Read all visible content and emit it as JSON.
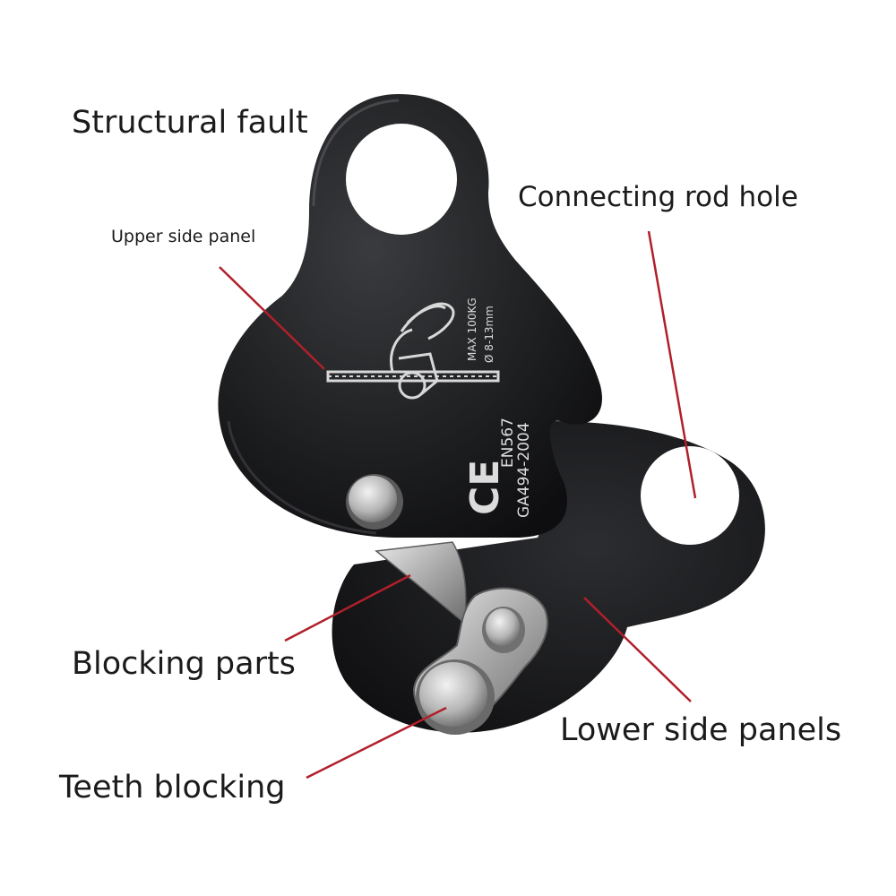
{
  "labels": {
    "structural_fault": "Structural fault",
    "connecting_rod_hole": "Connecting rod hole",
    "upper_side_panel": "Upper side panel",
    "blocking_parts": "Blocking parts",
    "lower_side_panels": "Lower side panels",
    "teeth_blocking": "Teeth blocking"
  },
  "engraving": {
    "max_load": "MAX 100KG",
    "rope_range": "Ø 8-13mm",
    "ce_mark": "CE",
    "standard_1": "EN567",
    "standard_2": "GA494-2004"
  },
  "colors": {
    "body": "#1c1d1f",
    "metal": "#b9b9b9",
    "leader_line": "#b0202a",
    "text": "#1b1b1b"
  }
}
